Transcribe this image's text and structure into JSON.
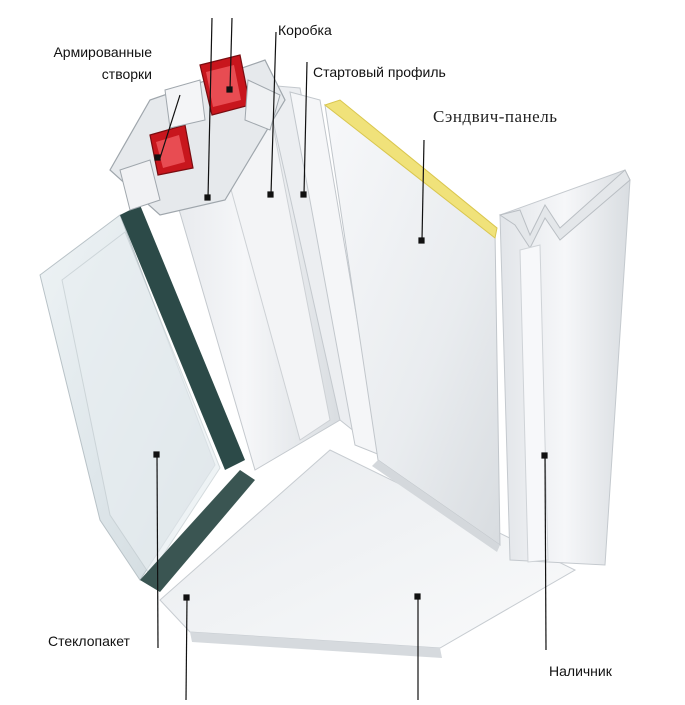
{
  "diagram": {
    "labels": {
      "reinforced_sashes": [
        "Армированные",
        "створки"
      ],
      "box": "Коробка",
      "start_profile": "Стартовый профиль",
      "sandwich_panel": "Сэндвич-панель",
      "glass_unit": "Стеклопакет",
      "trim": "Наличник"
    },
    "colors": {
      "reinforcement": "#c8161d",
      "sandwich_edge": "#f0e27a",
      "glass": "#dfe8ec",
      "glass_spacer": "#2c4a48",
      "pvc": "#f2f3f5",
      "pvc_shadow": "#cfd3d8",
      "leader": "#111111"
    }
  }
}
